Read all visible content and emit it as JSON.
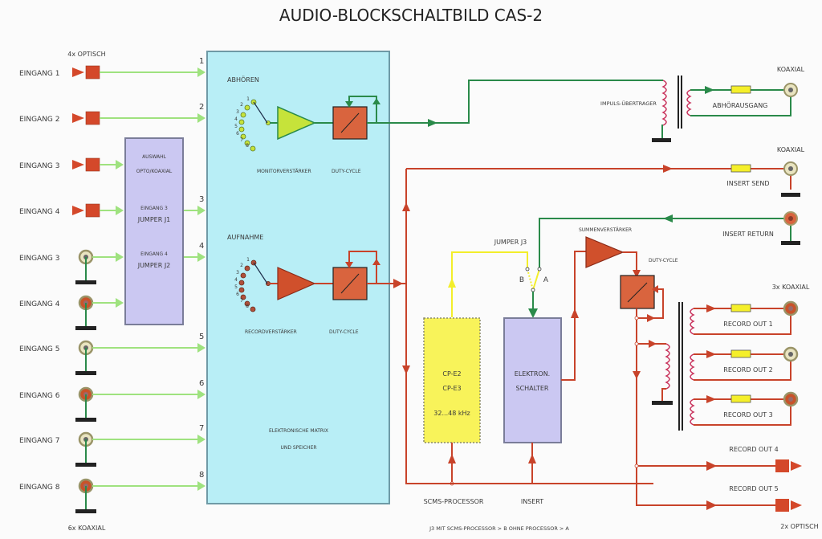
{
  "title": "AUDIO-BLOCKSCHALTBILD  CAS-2",
  "colors": {
    "signal_in": "#9fe27f",
    "monitor_path": "#2a8a4a",
    "record_path": "#c8432a",
    "jumper_path": "#f3ee2a",
    "matrix_fill": "#b8eef6",
    "selector_fill": "#cbc8f2",
    "processor_fill": "#f8f35a",
    "block_fill": "#d9643e",
    "resistor_fill": "#f5ef2a",
    "ground": "#222222"
  },
  "inputs": {
    "optical_group_label": "4x OPTISCH",
    "coaxial_group_label": "6x KOAXIAL",
    "items": [
      {
        "label": "EINGANG 1",
        "type": "optical",
        "channel": "1"
      },
      {
        "label": "EINGANG 2",
        "type": "optical",
        "channel": "2"
      },
      {
        "label": "EINGANG 3",
        "type": "optical",
        "channel": ""
      },
      {
        "label": "EINGANG 4",
        "type": "optical",
        "channel": ""
      },
      {
        "label": "EINGANG 3",
        "type": "coaxial",
        "channel": ""
      },
      {
        "label": "EINGANG 4",
        "type": "coaxial",
        "channel": ""
      },
      {
        "label": "EINGANG 5",
        "type": "coaxial",
        "channel": "5"
      },
      {
        "label": "EINGANG 6",
        "type": "coaxial",
        "channel": "6"
      },
      {
        "label": "EINGANG 7",
        "type": "coaxial",
        "channel": "7"
      },
      {
        "label": "EINGANG 8",
        "type": "coaxial",
        "channel": "8"
      }
    ],
    "selector_channels": [
      "3",
      "4"
    ]
  },
  "selector": {
    "line1": "AUSWAHL",
    "line2": "OPTO/KOAXIAL",
    "jumper1_a": "EINGANG 3",
    "jumper1_b": "JUMPER J1",
    "jumper2_a": "EINGANG 4",
    "jumper2_b": "JUMPER J2"
  },
  "matrix": {
    "monitor_section": "ABHÖREN",
    "monitor_amp": "MONITORVERSTÄRKER",
    "monitor_duty": "DUTY-CYCLE",
    "record_section": "AUFNAHME",
    "record_amp": "RECORDVERSTÄRKER",
    "record_duty": "DUTY-CYCLE",
    "footer1": "ELEKTRONISCHE  MATRIX",
    "footer2": "UND SPEICHER",
    "switch_positions": [
      "1",
      "2",
      "3",
      "4",
      "5",
      "6",
      "7",
      "8"
    ]
  },
  "monitor_output": {
    "transformer": "IMPULS-ÜBERTRAGER",
    "output": "ABHÖRAUSGANG",
    "connector": "KOAXIAL"
  },
  "insert": {
    "send_connector": "KOAXIAL",
    "send": "INSERT SEND",
    "return": "INSERT RETURN"
  },
  "jumper3": {
    "label": "JUMPER J3",
    "pos_b": "B",
    "pos_a": "A"
  },
  "processor": {
    "line1": "CP-E2",
    "line2": "CP-E3",
    "line3": "32...48 kHz",
    "caption": "SCMS-PROCESSOR"
  },
  "switch_block": {
    "line1": "ELEKTRON.",
    "line2": "SCHALTER",
    "caption": "INSERT"
  },
  "sum_stage": {
    "amp": "SUMMENVERSTÄRKER",
    "duty": "DUTY-CYCLE"
  },
  "record_outputs": {
    "coax_group": "3x KOAXIAL",
    "optical_group": "2x OPTISCH",
    "items": [
      "RECORD OUT 1",
      "RECORD OUT 2",
      "RECORD OUT 3",
      "RECORD OUT 4",
      "RECORD OUT 5"
    ]
  },
  "footnote": "J3 MIT  SCMS-PROCESSOR > B    OHNE PROCESSOR > A"
}
